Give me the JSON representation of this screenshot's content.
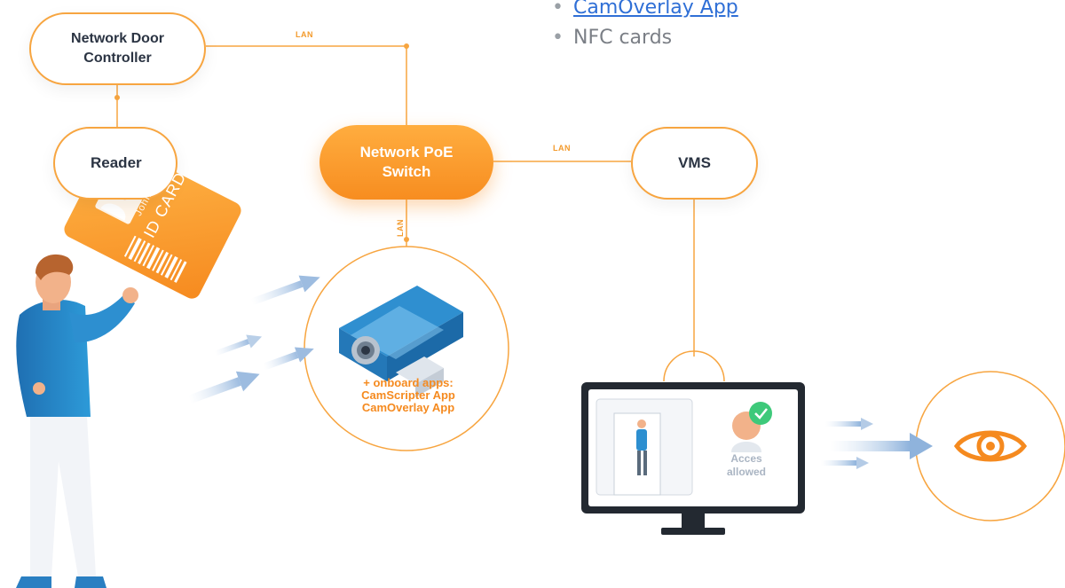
{
  "bullets": [
    {
      "text": "CamOverlay App",
      "is_link": true
    },
    {
      "text": "NFC cards",
      "is_link": false
    }
  ],
  "nodes": {
    "controller": {
      "line1": "Network Door",
      "line2": "Controller"
    },
    "reader": "Reader",
    "switch": {
      "line1": "Network PoE",
      "line2": "Switch"
    },
    "vms": "VMS"
  },
  "lan_labels": {
    "top": "LAN",
    "right": "LAN",
    "vertical": "LAN"
  },
  "card": {
    "name": "John Doe",
    "title": "ID CARD"
  },
  "camera": {
    "apps_line1": "+ onboard apps:",
    "apps_line2": "CamScripter App",
    "apps_line3": "CamOverlay App"
  },
  "monitor": {
    "status_line1": "Acces",
    "status_line2": "allowed"
  },
  "colors": {
    "accent": "#f7a540",
    "accent_dark": "#f78d20",
    "text_dark": "#2b3443",
    "link": "#2f6fd6",
    "camera_blue": "#2f8fd0",
    "success": "#3ec97a"
  },
  "icons": [
    "eye-icon",
    "check-icon",
    "user-icon",
    "camera-icon",
    "arrow-icon"
  ]
}
